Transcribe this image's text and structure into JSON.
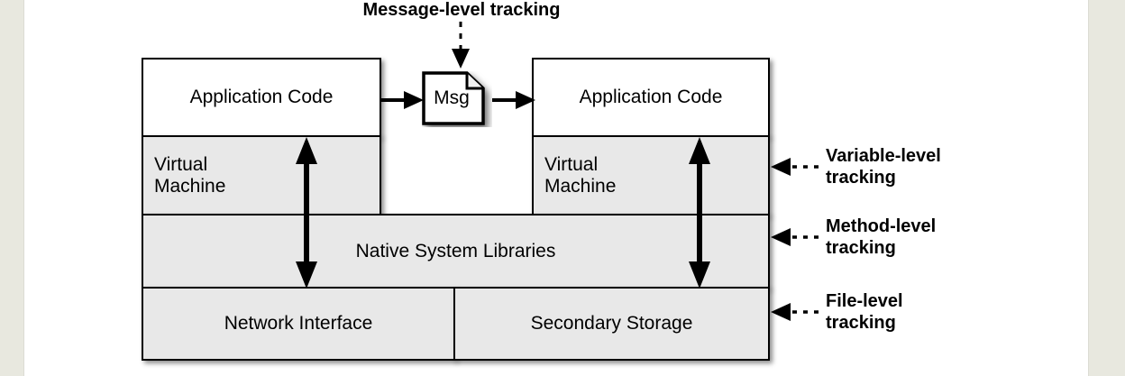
{
  "diagram": {
    "title_callout": {
      "label": "Message-level tracking",
      "icon": "dashed-down-arrow-icon"
    },
    "stack": {
      "left_column": {
        "application_code": "Application Code",
        "virtual_machine": "Virtual\nMachine"
      },
      "right_column": {
        "application_code": "Application Code",
        "virtual_machine": "Virtual\nMachine"
      },
      "native_layer": "Native System Libraries",
      "bottom_row": {
        "network": "Network Interface",
        "storage": "Secondary Storage"
      }
    },
    "message": {
      "label": "Msg",
      "icon": "document-icon",
      "in_arrow": "right-arrow-icon",
      "out_arrow": "right-arrow-icon"
    },
    "vertical_arrows": {
      "left": "double-headed-vertical-arrow-icon",
      "right": "double-headed-vertical-arrow-icon"
    },
    "side_callouts": [
      {
        "label": "Variable-level\ntracking",
        "icon": "dashed-left-arrow-icon"
      },
      {
        "label": "Method-level\ntracking",
        "icon": "dashed-left-arrow-icon"
      },
      {
        "label": "File-level\ntracking",
        "icon": "dashed-left-arrow-icon"
      }
    ],
    "colors": {
      "box_fill_shaded": "#e8e8e8",
      "box_fill_plain": "#ffffff",
      "stroke": "#000000",
      "page_edge": "#e8e8df"
    }
  }
}
